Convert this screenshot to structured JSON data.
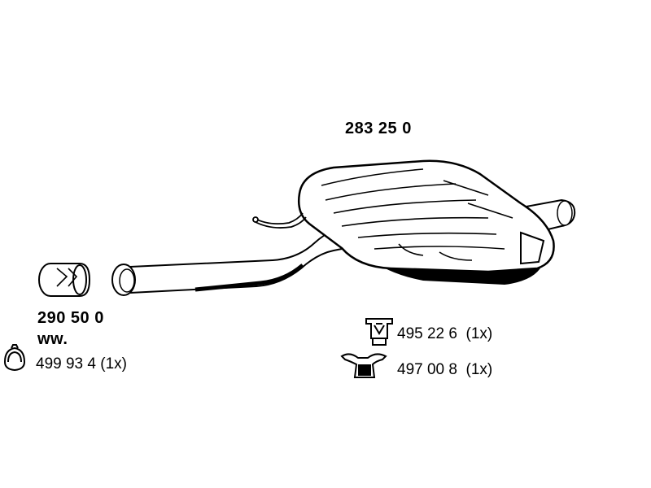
{
  "main_part": {
    "number": "283 25 0"
  },
  "clamp_part": {
    "number": "290 50 0",
    "note": "ww."
  },
  "ring_part": {
    "number": "499 93 4",
    "qty": "(1x)"
  },
  "hanger_parts": [
    {
      "number": "495 22 6",
      "qty": "(1x)"
    },
    {
      "number": "497 00 8",
      "qty": "(1x)"
    }
  ]
}
